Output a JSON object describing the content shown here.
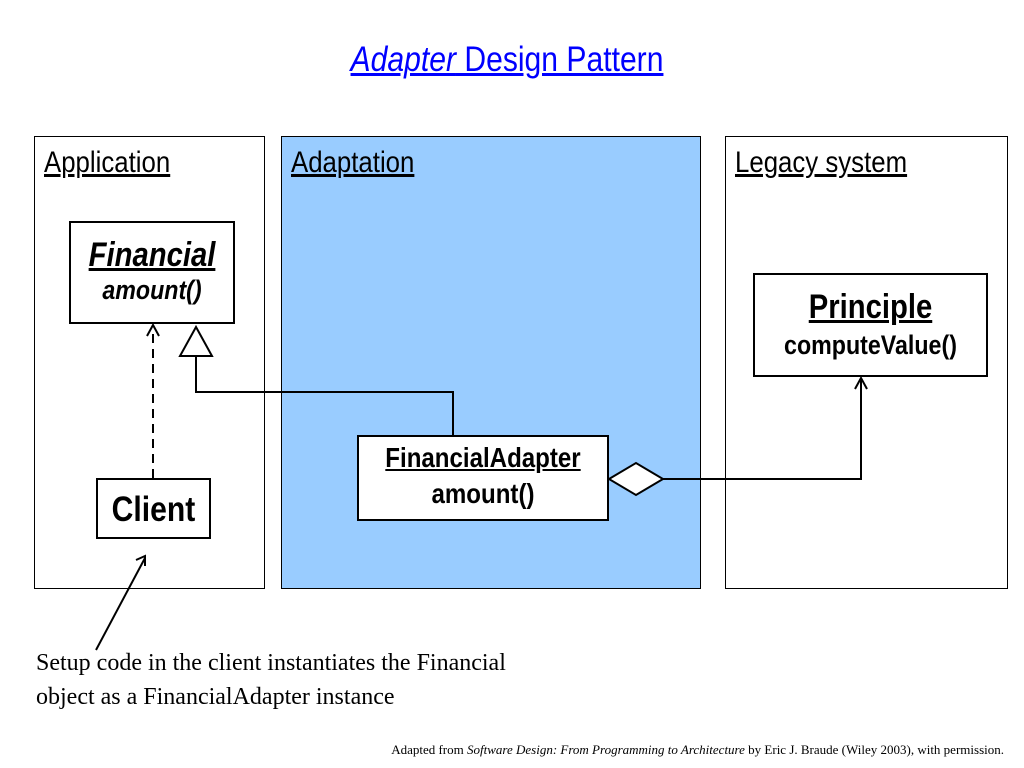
{
  "title": {
    "emphasis": "Adapter",
    "rest": " Design Pattern"
  },
  "regions": {
    "application": "Application",
    "adaptation": "Adaptation",
    "legacy": "Legacy system"
  },
  "classes": {
    "financial": {
      "name": "Financial",
      "operation": "amount()"
    },
    "client": {
      "name": "Client"
    },
    "financial_adapter": {
      "name": "FinancialAdapter",
      "operation": "amount()"
    },
    "principle": {
      "name": "Principle",
      "operation": "computeValue()"
    }
  },
  "note": {
    "line1": "Setup code in the client instantiates the Financial",
    "line2": "object as a FinancialAdapter instance"
  },
  "credit": {
    "prefix": "Adapted from ",
    "book": "Software Design: From Programming to Architecture",
    "suffix": " by Eric J. Braude (Wiley 2003), with permission."
  },
  "colors": {
    "title": "#0000ff",
    "adaptation_fill": "#99ccff"
  }
}
